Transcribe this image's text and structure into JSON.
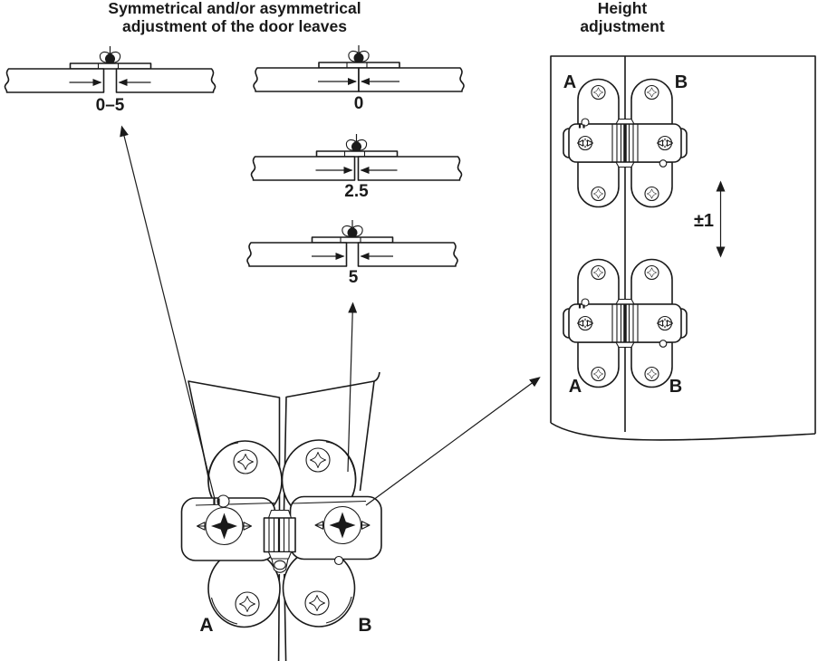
{
  "colors": {
    "line": "#1a1a1a",
    "background": "#ffffff"
  },
  "titles": {
    "adjustment": {
      "line1": "Symmetrical and/or asymmetrical",
      "line2": "adjustment of the door leaves"
    },
    "height": {
      "line1": "Height",
      "line2": "adjustment"
    }
  },
  "cross_sections": [
    {
      "label": "0–5"
    },
    {
      "label": "0"
    },
    {
      "label": "2.5"
    },
    {
      "label": "5"
    }
  ],
  "height_adjustment": {
    "range_label": "±1",
    "top_hinge": {
      "left_label": "A",
      "right_label": "B"
    },
    "bottom_hinge": {
      "left_label": "A",
      "right_label": "B"
    }
  },
  "main_hinge": {
    "left_label": "A",
    "right_label": "B"
  },
  "icons": {
    "phillips-screw-icon": "cross-head screw glyph",
    "adjustment-cam-icon": "eccentric cam with slot",
    "arrowhead-icon": "solid triangle"
  }
}
